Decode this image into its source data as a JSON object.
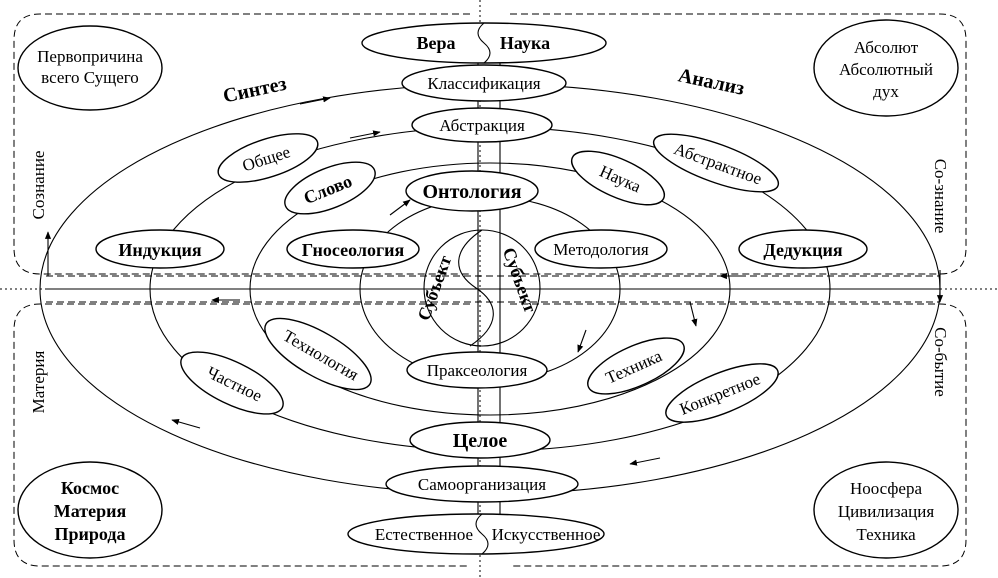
{
  "corners": {
    "top_left": [
      "Первопричина",
      "всего Сущего"
    ],
    "top_right": [
      "Абсолют",
      "Абсолютный",
      "дух"
    ],
    "bottom_left": [
      "Космос",
      "Материя",
      "Природа"
    ],
    "bottom_right": [
      "Ноосфера",
      "Цивилизация",
      "Техника"
    ]
  },
  "side_labels": {
    "left_top": "Сознание",
    "left_bottom": "Материя",
    "right_top": "Со-знание",
    "right_bottom": "Со-бытие"
  },
  "arc_labels": {
    "synthesis": "Синтез",
    "analysis": "Анализ"
  },
  "top_pair": {
    "left": "Вера",
    "right": "Наука"
  },
  "bottom_pair": {
    "left": "Естественное",
    "right": "Искусственное"
  },
  "nodes": {
    "classification": "Классификация",
    "abstraction": "Абстракция",
    "ontology": "Онтология",
    "general": "Общее",
    "word": "Слово",
    "science": "Наука",
    "abstract": "Абстрактное",
    "induction": "Индукция",
    "gnoseology": "Гносеология",
    "methodology": "Методология",
    "deduction": "Дедукция",
    "technology": "Технология",
    "particular": "Частное",
    "technics": "Техника",
    "concrete": "Конкретное",
    "praxeology": "Праксеология",
    "whole": "Целое",
    "self_organization": "Самоорганизация"
  },
  "center": {
    "subject": "Субъект",
    "object": "Субъект"
  }
}
